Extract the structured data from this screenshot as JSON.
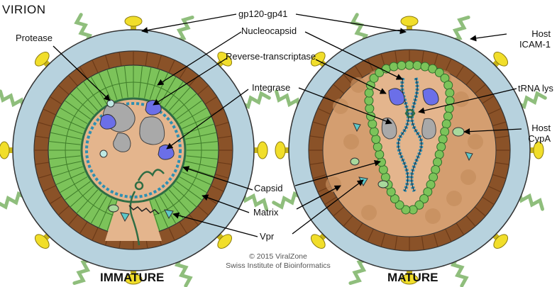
{
  "figure": {
    "title": "VIRION",
    "panels": {
      "left": "IMMATURE",
      "right": "MATURE"
    },
    "labels": {
      "gp120": "gp120-gp41",
      "protease": "Protease",
      "nucleocapsid": "Nucleocapsid",
      "rt": "Reverse-transcriptase",
      "integrase": "Integrase",
      "host_icam_1": "Host",
      "host_icam_2": "ICAM-1",
      "trna": "tRNA lys",
      "host_cypa_1": "Host",
      "host_cypa_2": "CypA",
      "capsid": "Capsid",
      "matrix": "Matrix",
      "vpr": "Vpr"
    },
    "credit_1": "© 2015 ViralZone",
    "credit_2": "Swiss Institute of Bioinformatics"
  },
  "colors": {
    "envelope": "#b7d2de",
    "matrix": "#8a5228",
    "matrix_inner": "#6b3a18",
    "capsid_green": "#7cc35a",
    "capsid_dark": "#3f7d2a",
    "interior": "#e4b58d",
    "interior_dark": "#c48d5c",
    "spike_yellow": "#f1de2a",
    "icam_green": "#8fbe7c",
    "protein_blue": "#6b6fe8",
    "protein_gray": "#a9a9a9",
    "vpr_cyan": "#5ec8c8",
    "rna_blue": "#2e8fb2",
    "arrow": "#000000"
  }
}
